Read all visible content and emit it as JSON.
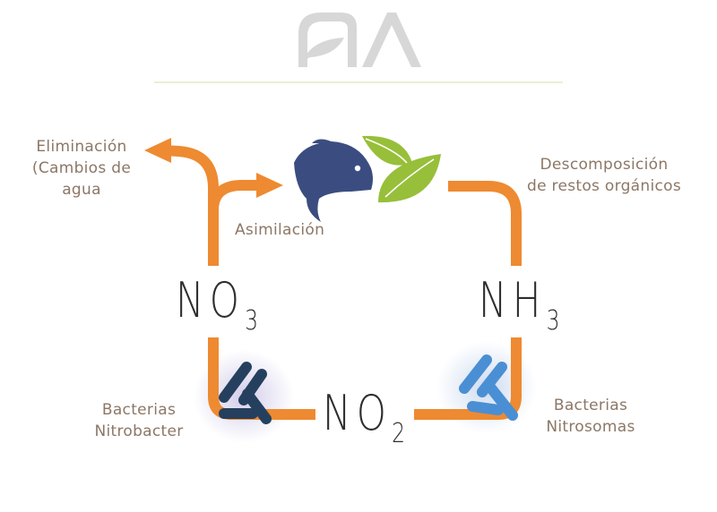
{
  "colors": {
    "flow": "#ee8a31",
    "logo": "#d7d7d7",
    "divider": "#e4ebc4",
    "label": "#8c7766",
    "fish": "#3b4d80",
    "leaf": "#97bf3a",
    "nitrobacter": "#25405e",
    "nitrosomas": "#4a8fd4"
  },
  "compounds": {
    "no3": {
      "base": "NO",
      "sub": "3"
    },
    "nh3": {
      "base": "NH",
      "sub": "3"
    },
    "no2": {
      "base": "NO",
      "sub": "2"
    }
  },
  "labels": {
    "elimination_1": "Eliminación",
    "elimination_2": "(Cambios de",
    "elimination_3": "agua",
    "assimilation": "Asimilación",
    "decomposition_1": "Descomposición",
    "decomposition_2": "de restos orgánicos",
    "nitrobacter_1": "Bacterias",
    "nitrobacter_2": "Nitrobacter",
    "nitrosomas_1": "Bacterias",
    "nitrosomas_2": "Nitrosomas"
  },
  "icons": {
    "logo": "brand-logo-icon",
    "fish": "fish-icon",
    "leaves": "leaf-icon",
    "nitrobacter": "bacteria-icon",
    "nitrosomas": "bacteria-icon"
  }
}
